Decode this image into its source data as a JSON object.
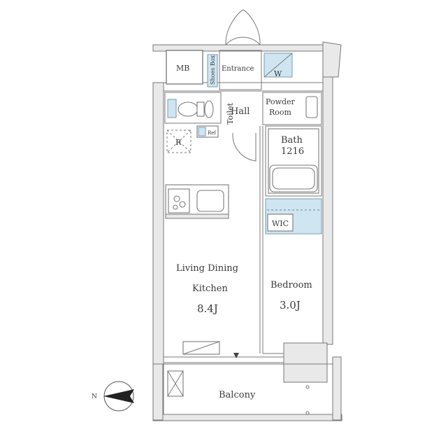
{
  "rooms": {
    "mb": "MB",
    "shoes_box": "Shoes Box",
    "entrance": "Entrance",
    "w": "W",
    "toilet": "Toilet",
    "hall": "Hall",
    "powder_room_line1": "Powder",
    "powder_room_line2": "Room",
    "r": "R",
    "ref": "Ref",
    "bath_line1": "Bath",
    "bath_line2": "1216",
    "wic": "WIC",
    "ldk_line1": "Living Dining",
    "ldk_line2": "Kitchen",
    "ldk_size": "8.4J",
    "bedroom": "Bedroom",
    "bedroom_size": "3.0J",
    "balcony": "Balcony"
  },
  "compass": {
    "north_label": "N"
  },
  "colors": {
    "wall": "#6a6a6a",
    "accent_blue": "#cfe6f2",
    "text": "#3a3a3a"
  }
}
